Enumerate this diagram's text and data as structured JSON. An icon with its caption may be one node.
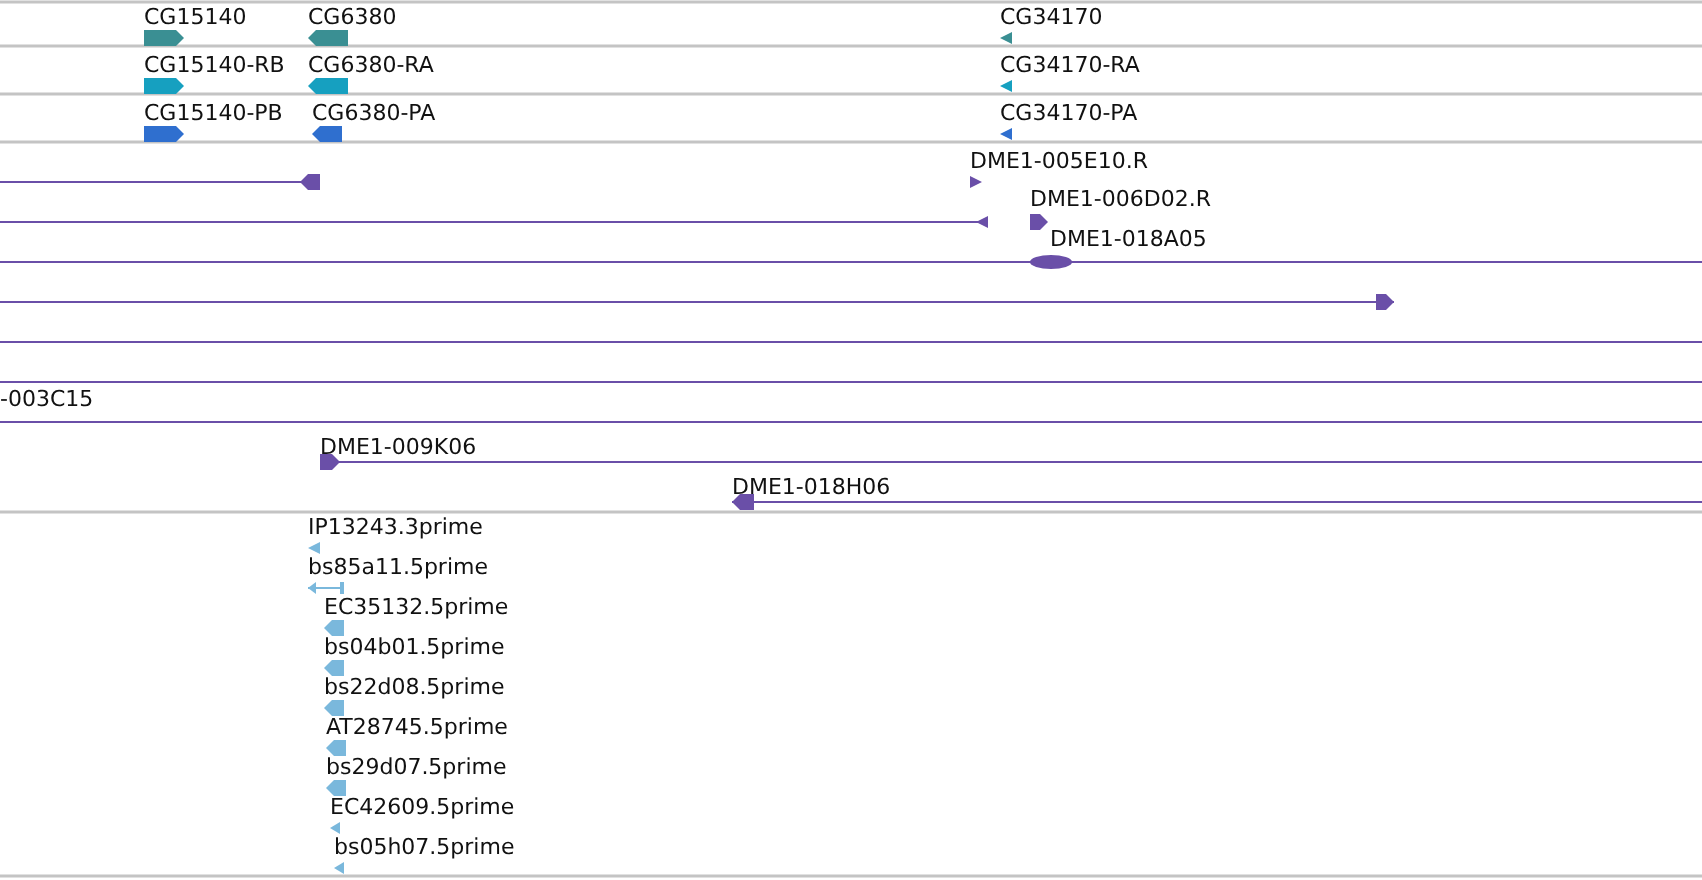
{
  "diagram": {
    "nodes": [
      {
        "text": [
          "CG15140"
        ]
      },
      {
        "text": [
          "CG6380"
        ]
      },
      {
        "text": [
          "CG34170"
        ]
      },
      {
        "text": [
          "CG15140-RB"
        ]
      },
      {
        "text": [
          "CG6380-RA"
        ]
      },
      {
        "text": [
          "CG34170-RA"
        ]
      },
      {
        "text": [
          "CG15140-PB"
        ]
      },
      {
        "text": [
          "CG6380-PA"
        ]
      },
      {
        "text": [
          "CG34170-PA"
        ]
      },
      {
        "text": [],
        "shape": "bar"
      },
      {
        "text": [
          "DME1-005E10.R"
        ]
      },
      {
        "text": [
          "DME1-006D02.R"
        ]
      },
      {
        "text": [],
        "shape": "bar"
      },
      {
        "text": [
          "DME1-018A05"
        ]
      },
      {
        "text": [],
        "shape": "bar"
      },
      {
        "text": [],
        "shape": "bar"
      },
      {
        "text": [],
        "shape": "bar"
      },
      {
        "text": [
          "-003C15"
        ]
      },
      {
        "text": [
          "DME1-009K06"
        ]
      },
      {
        "text": [
          "DME1-018H06"
        ]
      },
      {
        "text": [
          "IP13243.3prime"
        ]
      },
      {
        "text": [
          "bs85a11.5prime"
        ]
      },
      {
        "text": [
          "EC35132.5prime"
        ]
      },
      {
        "text": [
          "bs04b01.5prime"
        ]
      },
      {
        "text": [
          "bs22d08.5prime"
        ]
      },
      {
        "text": [
          "AT28745.5prime"
        ]
      },
      {
        "text": [
          "bs29d07.5prime"
        ]
      },
      {
        "text": [
          "EC42609.5prime"
        ]
      },
      {
        "text": [
          "bs05h07.5prime"
        ]
      }
    ]
  }
}
